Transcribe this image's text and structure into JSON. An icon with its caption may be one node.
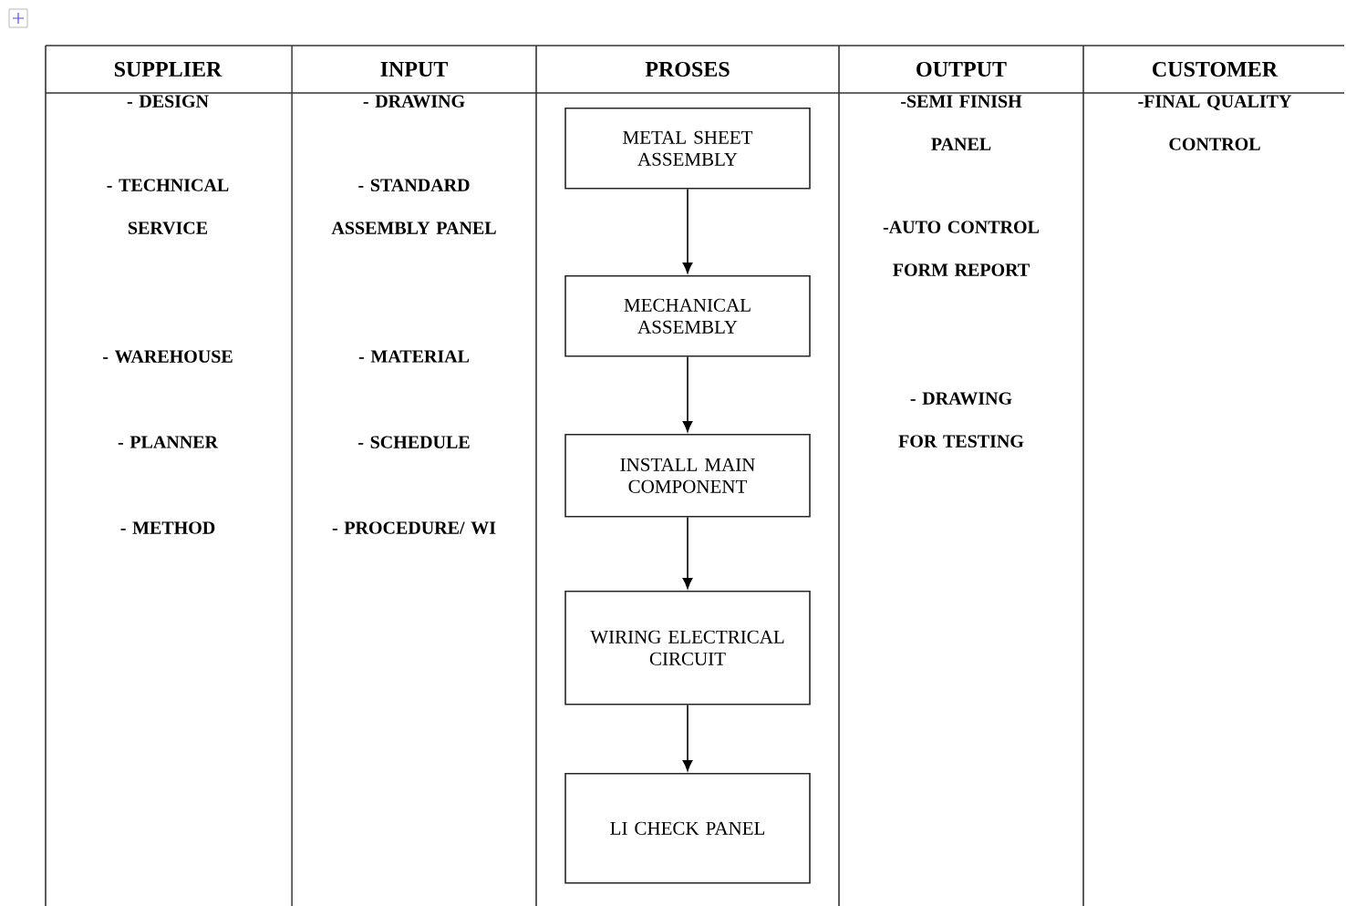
{
  "diagram": {
    "nodes": [
      {
        "text": [
          "METAL SHEET ASSEMBLY"
        ]
      },
      {
        "text": [
          "MECHANICAL ASSEMBLY"
        ]
      },
      {
        "text": [
          "INSTALL MAIN COMPONENT"
        ]
      },
      {
        "text": [
          "WIRING ELECTRICAL CIRCUIT"
        ]
      },
      {
        "text": [
          "LI CHECK PANEL"
        ]
      }
    ],
    "edges": [
      {
        "from": 0,
        "to": 1,
        "arrow": "to"
      },
      {
        "from": 1,
        "to": 2,
        "arrow": "to"
      },
      {
        "from": 2,
        "to": 3,
        "arrow": "to"
      },
      {
        "from": 3,
        "to": 4,
        "arrow": "to"
      }
    ],
    "labels": [
      "SUPPLIER",
      "INPUT",
      "PROSES",
      "OUTPUT",
      "CUSTOMER",
      "- DESIGN",
      "- TECHNICAL SERVICE",
      "- WAREHOUSE",
      "- PLANNER",
      "- METHOD",
      "- DRAWING",
      "- STANDARD ASSEMBLY PANEL",
      "- MATERIAL",
      "- SCHEDULE",
      "- PROCEDURE/ WI",
      "-SEMI FINISH PANEL",
      "-AUTO CONTROL FORM REPORT",
      "- DRAWING FOR TESTING",
      "-FINAL QUALITY CONTROL"
    ]
  }
}
